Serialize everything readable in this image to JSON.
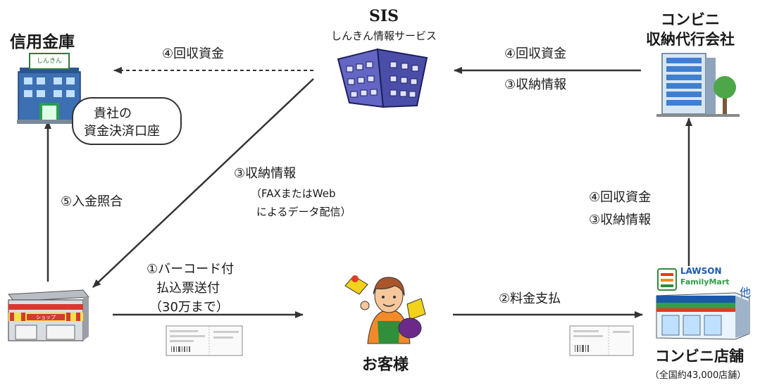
{
  "nodes": {
    "shinkin": {
      "title": "信用金庫",
      "sign": "しんきん"
    },
    "account": {
      "line1": "貴社の",
      "line2": "資金決済口座"
    },
    "sis": {
      "title": "SIS",
      "subtitle": "しんきん情報サービス"
    },
    "agent": {
      "line1": "コンビニ",
      "line2": "収納代行会社"
    },
    "shop": {
      "sign": "ショップ"
    },
    "customer": {
      "title": "お客様"
    },
    "konbini": {
      "title": "コンビニ店舗",
      "subtitle": "（全国約43,000店舗）",
      "brand1": "LAWSON",
      "brand2": "FamilyMart",
      "brand_other": "他"
    }
  },
  "flows": {
    "sis_to_shinkin": "④回収資金",
    "agent_to_sis_funds": "④回収資金",
    "agent_to_sis_info": "③収納情報",
    "sis_to_shop_1": "③収納情報",
    "sis_to_shop_2": "（FAXまたはWeb",
    "sis_to_shop_3": "によるデータ配信）",
    "shop_to_shinkin": "⑤入金照合",
    "konbini_to_agent_funds": "④回収資金",
    "konbini_to_agent_info": "③収納情報",
    "shop_to_customer_1": "①バーコード付",
    "shop_to_customer_2": "払込票送付",
    "shop_to_customer_3": "（30万まで）",
    "customer_to_konbini": "②料金支払"
  },
  "colors": {
    "arrow": "#333333",
    "building_blue": "#3d6fb3",
    "sis_purple": "#5b5fb8",
    "lawson_blue": "#1a5aa8",
    "shop_red": "#d63a2f"
  }
}
